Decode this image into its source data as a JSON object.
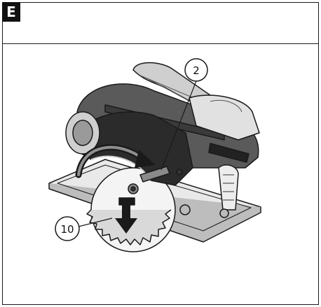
{
  "figure": {
    "letter": "E",
    "callouts": [
      {
        "id": "c2",
        "label": "2"
      },
      {
        "id": "c10",
        "label": "10"
      }
    ],
    "colors": {
      "ink": "#1a1a1a",
      "body_dark": "#2b2b2b",
      "body_mid": "#6d6d6d",
      "body_light": "#cfcfcf",
      "arrow": "#1a1a1a"
    },
    "icons": [
      "circular-saw-icon",
      "rotation-arrow-icon",
      "down-arrow-icon"
    ]
  }
}
